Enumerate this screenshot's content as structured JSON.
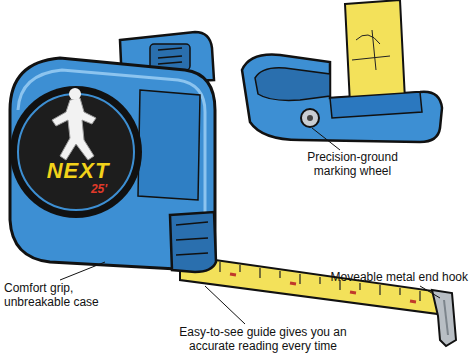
{
  "diagram": {
    "labels": [
      "NEXT",
      "25'",
      "Precision-ground marking wheel",
      "Moveable metal end hook",
      "Comfort grip, unbreakable case",
      "Easy-to-see guide gives you an accurate reading every time"
    ]
  }
}
